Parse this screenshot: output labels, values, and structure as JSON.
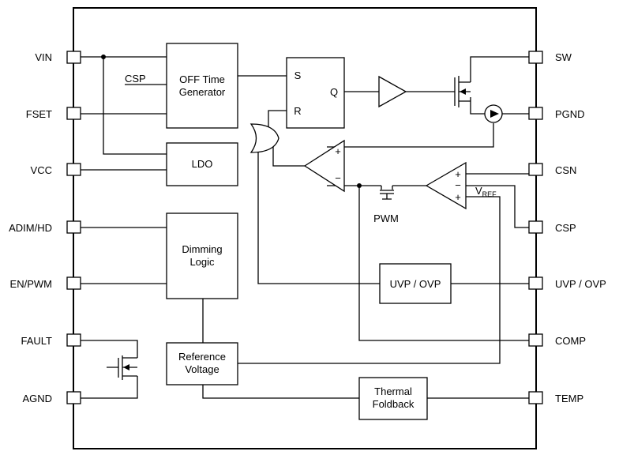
{
  "pins_left": [
    "VIN",
    "FSET",
    "VCC",
    "ADIM/HD",
    "EN/PWM",
    "FAULT",
    "AGND"
  ],
  "pins_right": [
    "SW",
    "PGND",
    "CSN",
    "CSP",
    "UVP / OVP",
    "COMP",
    "TEMP"
  ],
  "blocks": {
    "off_time": [
      "OFF Time",
      "Generator"
    ],
    "ldo": "LDO",
    "dimming": [
      "Dimming",
      "Logic"
    ],
    "reference": [
      "Reference",
      "Voltage"
    ],
    "uvp_ovp": "UVP / OVP",
    "thermal": [
      "Thermal",
      "Foldback"
    ]
  },
  "latch": {
    "s": "S",
    "r": "R",
    "q": "Q"
  },
  "labels": {
    "csp_input": "CSP",
    "pwm": "PWM",
    "vref_main": "V",
    "vref_sub": "REF",
    "plus": "+",
    "minus": "−"
  }
}
